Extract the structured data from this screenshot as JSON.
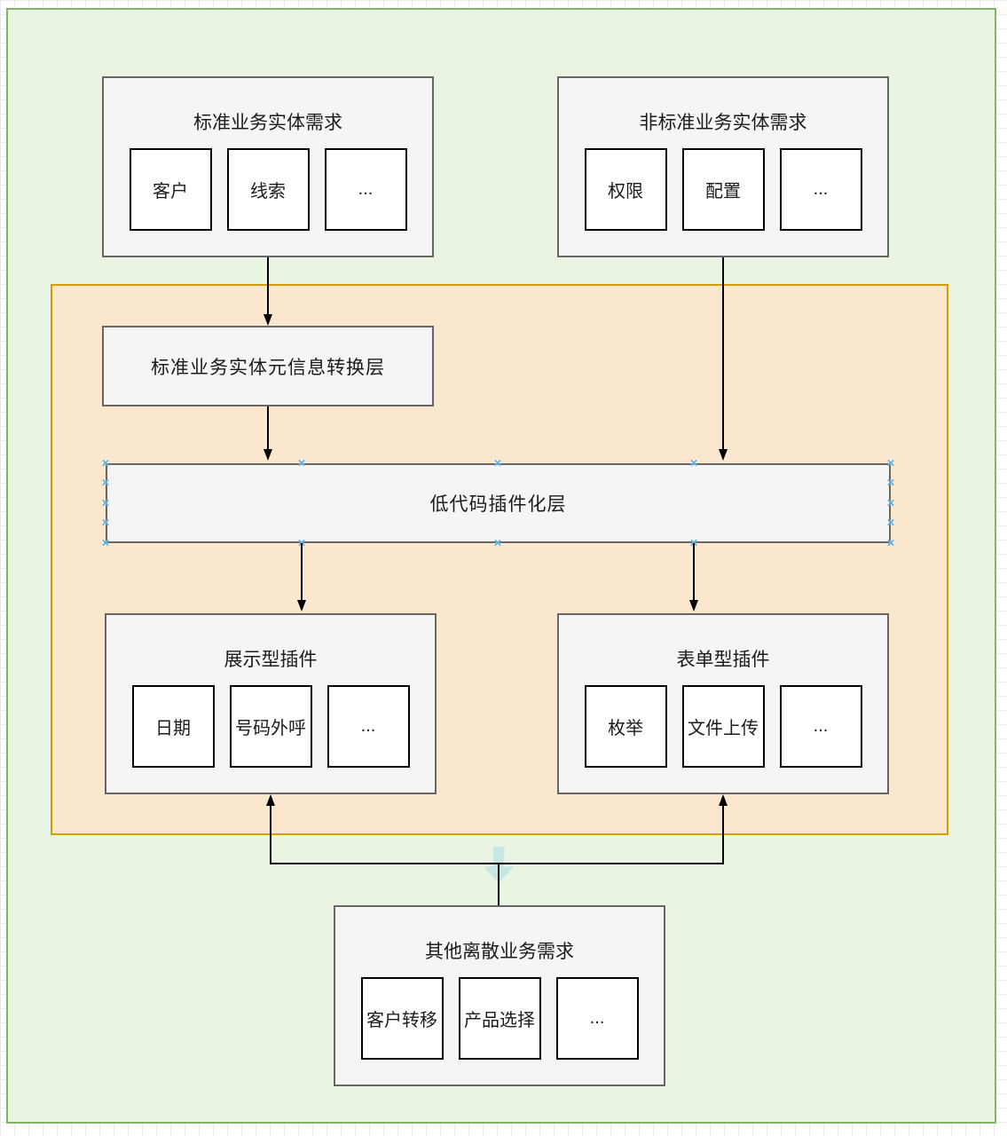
{
  "groups": {
    "standard": {
      "title": "标准业务实体需求",
      "items": [
        "客户",
        "线索",
        "..."
      ]
    },
    "nonstandard": {
      "title": "非标准业务实体需求",
      "items": [
        "权限",
        "配置",
        "..."
      ]
    },
    "conversion": {
      "title": "标准业务实体元信息转换层"
    },
    "lowcode": {
      "title": "低代码插件化层"
    },
    "display_plugins": {
      "title": "展示型插件",
      "items": [
        "日期",
        "号码外呼",
        "..."
      ]
    },
    "form_plugins": {
      "title": "表单型插件",
      "items": [
        "枚举",
        "文件上传",
        "..."
      ]
    },
    "other": {
      "title": "其他离散业务需求",
      "items": [
        "客户转移",
        "产品选择",
        "..."
      ]
    }
  },
  "icons": {
    "connection_point": "×"
  },
  "colors": {
    "canvas_green_fill": "#e9f4e3",
    "canvas_green_border": "#82b366",
    "container_orange_fill": "#fbe7cd",
    "container_orange_border": "#d79b00",
    "box_gray_fill": "#f5f5f5",
    "box_gray_border": "#666666",
    "cell_white_fill": "#ffffff",
    "cell_black_border": "#000000",
    "connector_black": "#000000",
    "connection_point_blue": "#55ace4",
    "hint_arrow_cyan": "#b4dde6"
  }
}
